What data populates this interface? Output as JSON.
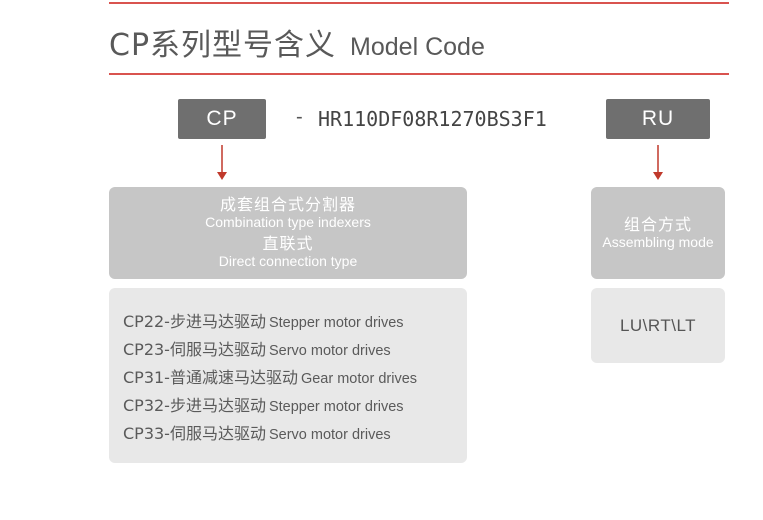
{
  "header": {
    "title_cn": "CP系列型号含义",
    "title_en": "Model Code"
  },
  "model_code": {
    "prefix": "CP",
    "separator": "-",
    "middle": "HR110DF08R1270BS3F1",
    "suffix": "RU"
  },
  "prefix_box": {
    "line1_cn": "成套组合式分割器",
    "line1_en": "Combination type indexers",
    "line2_cn": "直联式",
    "line2_en": "Direct connection type"
  },
  "prefix_options": [
    {
      "code": "CP22-步进马达驱动",
      "desc": "Stepper motor drives"
    },
    {
      "code": "CP23-伺服马达驱动",
      "desc": "Servo motor drives"
    },
    {
      "code": "CP31-普通减速马达驱动",
      "desc": "Gear motor drives"
    },
    {
      "code": "CP32-步进马达驱动",
      "desc": "Stepper motor drives"
    },
    {
      "code": "CP33-伺服马达驱动",
      "desc": "Servo motor drives"
    }
  ],
  "suffix_box": {
    "cn": "组合方式",
    "en": "Assembling mode"
  },
  "suffix_options": "LU\\RT\\LT",
  "colors": {
    "accent": "#d9534f",
    "code_box": "#6f6f6f",
    "category_box": "#c6c6c6",
    "option_box": "#e8e8e8"
  }
}
